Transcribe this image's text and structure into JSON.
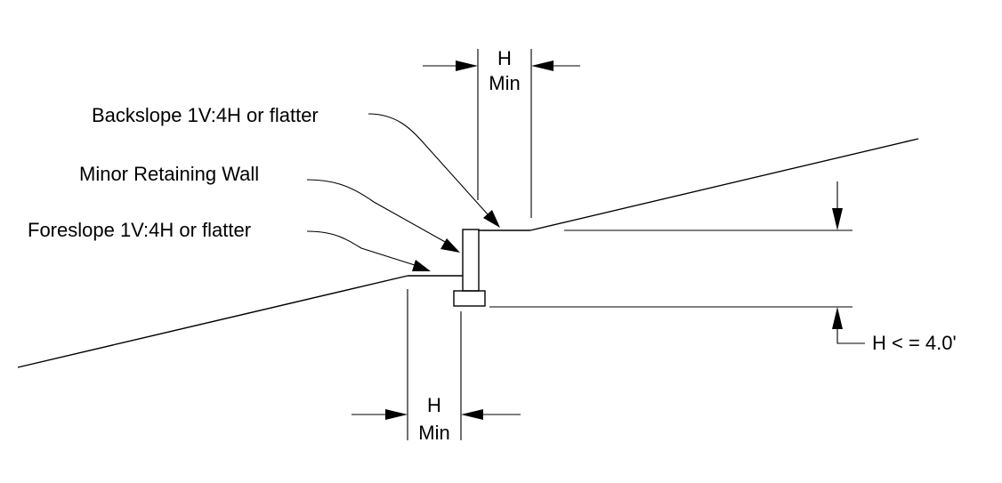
{
  "labels": {
    "backslope": "Backslope 1V:4H or flatter",
    "wall": "Minor Retaining Wall",
    "foreslope": "Foreslope 1V:4H or flatter",
    "top_dim_h": "H",
    "top_dim_min": "Min",
    "bottom_dim_h": "H",
    "bottom_dim_min": "Min",
    "height_limit": "H < = 4.0'"
  },
  "colors": {
    "line": "#000000",
    "background": "#ffffff"
  }
}
